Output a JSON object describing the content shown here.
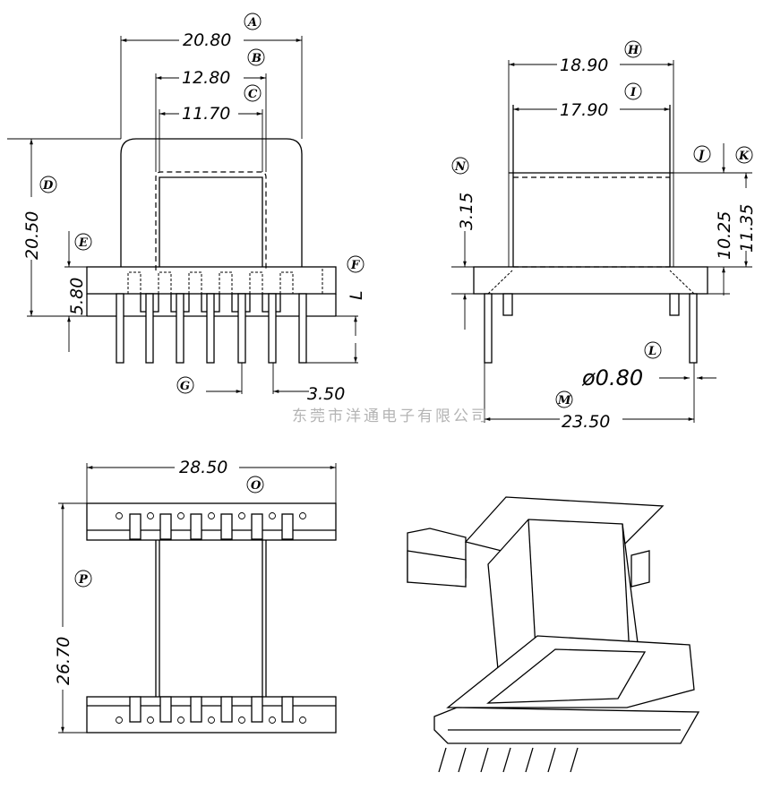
{
  "watermark": "东莞市洋通电子有限公司",
  "dimensions": {
    "A": "20.80",
    "B": "12.80",
    "C": "11.70",
    "D": "20.50",
    "E": "5.80",
    "F": "L",
    "G": "3.50",
    "H": "18.90",
    "I": "17.90",
    "N": "3.15",
    "J": "10.25",
    "K": "11.35",
    "L": "ø0.80",
    "M": "23.50",
    "O": "28.50",
    "P": "26.70"
  },
  "labels": [
    "A",
    "B",
    "C",
    "D",
    "E",
    "F",
    "G",
    "H",
    "I",
    "J",
    "K",
    "L",
    "M",
    "N",
    "O",
    "P"
  ]
}
